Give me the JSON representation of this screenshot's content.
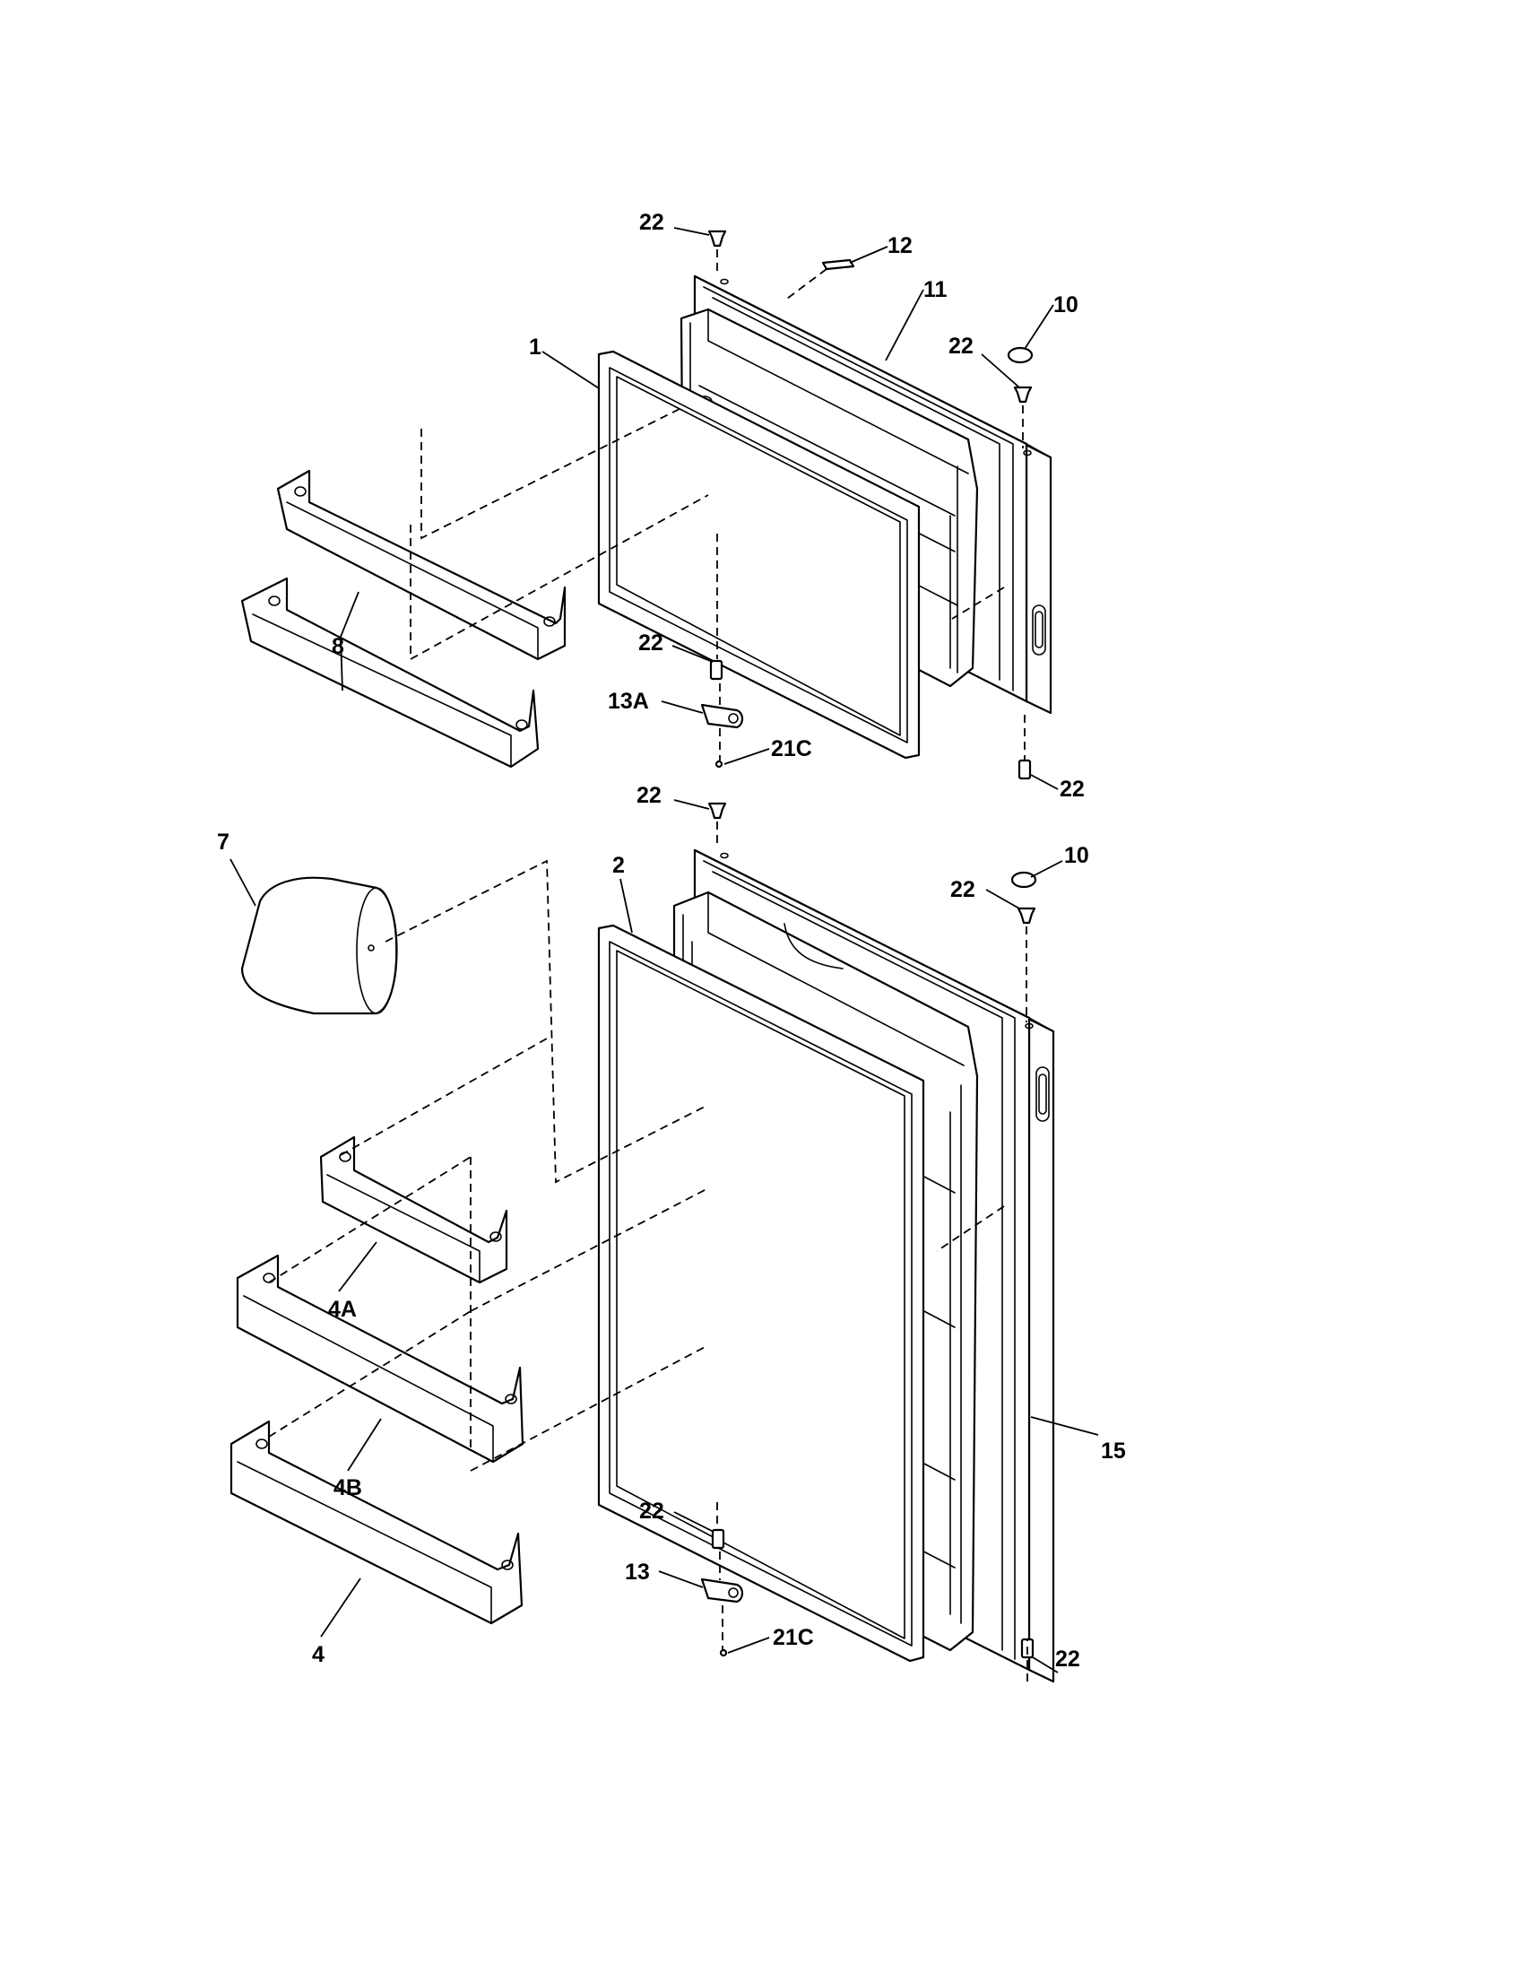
{
  "diagram": {
    "callouts": {
      "c22_top": "22",
      "c12": "12",
      "c11": "11",
      "c10_top": "10",
      "c22_topright": "22",
      "c1": "1",
      "c8": "8",
      "c22_freezer_hinge": "22",
      "c13a": "13A",
      "c21c_top": "21C",
      "c22_freezer_bottom": "22",
      "c22_mid": "22",
      "c10_mid": "10",
      "c22_midright": "22",
      "c7": "7",
      "c2": "2",
      "c4a": "4A",
      "c4b": "4B",
      "c4": "4",
      "c15": "15",
      "c22_fresh_hinge": "22",
      "c13": "13",
      "c21c_bottom": "21C",
      "c22_fresh_bottom": "22"
    }
  }
}
